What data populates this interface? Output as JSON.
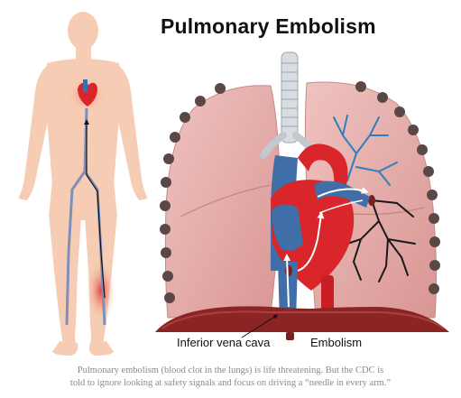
{
  "title": "Pulmonary Embolism",
  "labels": {
    "inferior_vena_cava": "Inferior vena cava",
    "embolism": "Embolism"
  },
  "caption": {
    "line1": "Pulmonary embolism (blood clot in the lungs) is life threatening. But the CDC is",
    "line2": "told to ignore looking at safety signals and focus on driving a “needle in every arm.”"
  },
  "colors": {
    "skin": "#f6cdb4",
    "lung": "#e7b0ad",
    "vein_blue": "#3f6ea8",
    "artery_red": "#d8262b",
    "clot": "#7a2020",
    "diaphragm": "#8b2424"
  }
}
